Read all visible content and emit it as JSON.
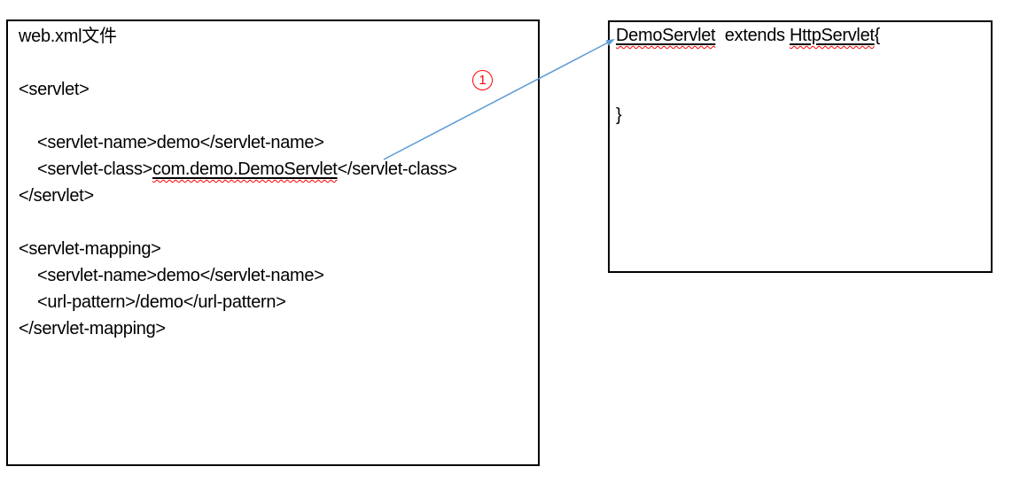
{
  "page": {
    "background": "#ffffff"
  },
  "left_box": {
    "title": "web.xml文件",
    "servlet_open": "<servlet>",
    "servlet_name_line": "    <servlet-name>demo</servlet-name>",
    "servlet_class_prefix": "    <servlet-class>",
    "servlet_class_value": "com.demo.DemoServlet",
    "servlet_class_suffix": "</servlet-class>",
    "servlet_close": "</servlet>",
    "mapping_open": "<servlet-mapping>",
    "mapping_name_line": "    <servlet-name>demo</servlet-name>",
    "mapping_url_line": "    <url-pattern>/demo</url-pattern>",
    "mapping_close": "</servlet-mapping>"
  },
  "right_box": {
    "class_name": "DemoServlet",
    "extends_text": "  extends ",
    "superclass": "HttpServlet",
    "open_brace": "{",
    "close_brace": "}"
  },
  "connector": {
    "label": "1",
    "line_color": "#5b9bd5",
    "label_color": "#ff0000",
    "underline_color": "#000000",
    "squiggle_color": "#ff0000"
  }
}
